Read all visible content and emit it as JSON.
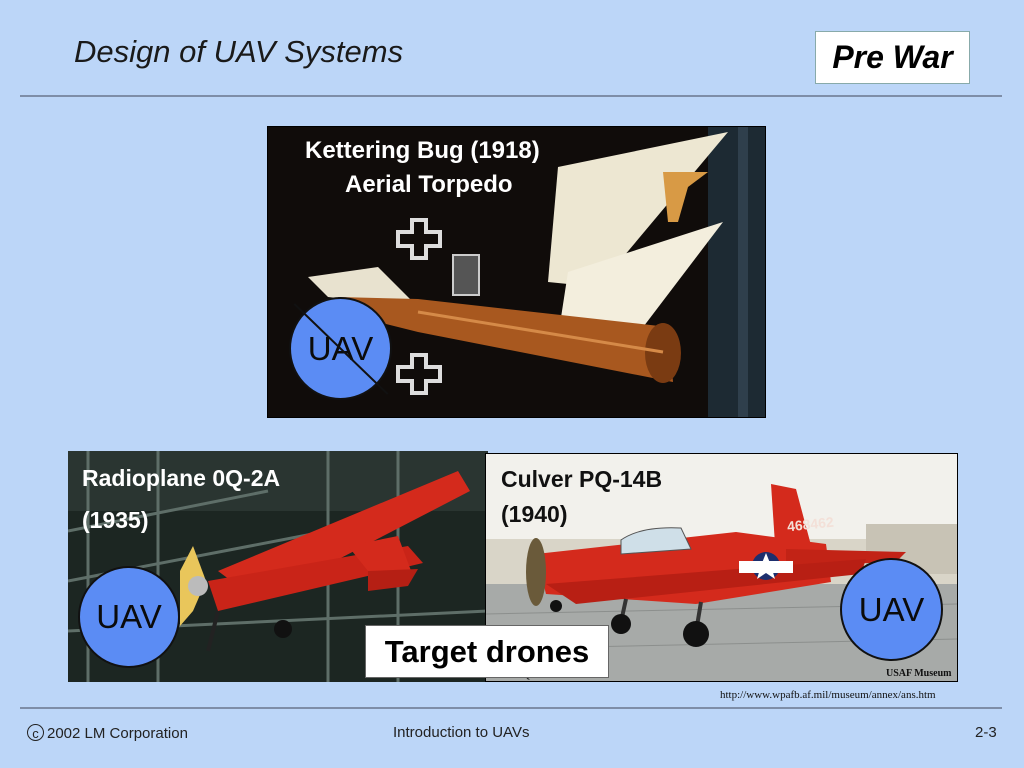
{
  "slide": {
    "title": "Design of UAV Systems",
    "badge": "Pre War"
  },
  "photos": {
    "kettering": {
      "caption_line1": "Kettering Bug (1918)",
      "caption_line2": "Aerial Torpedo",
      "uav_label": "UAV"
    },
    "radioplane": {
      "caption_line1": "Radioplane 0Q-2A",
      "caption_line2": "(1935)",
      "uav_label": "UAV"
    },
    "culver": {
      "caption_line1": "Culver PQ-14B",
      "caption_line2": "(1940)",
      "uav_label": "UAV",
      "tail_number": "468462",
      "museum_credit": "USAF Museum",
      "bottom_credit": "Culver PQ-14B"
    }
  },
  "stamp": "Target drones",
  "source_url": "http://www.wpafb.af.mil/museum/annex/ans.htm",
  "footer": {
    "copyright_symbol": "c",
    "copyright_text": "2002 LM Corporation",
    "course": "Introduction to UAVs",
    "page": "2-3"
  },
  "colors": {
    "background": "#bcd6f8",
    "uav_circle": "#5b8cf4",
    "rule": "#7e8ea8",
    "aircraft_red": "#d42a1c"
  }
}
